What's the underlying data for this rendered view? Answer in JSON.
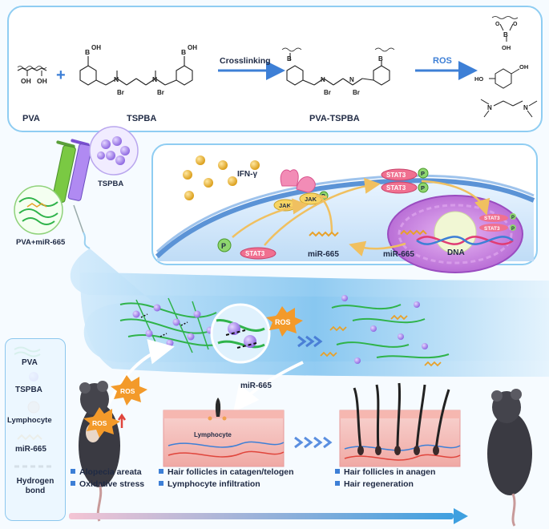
{
  "top_panel": {
    "pva_label": "PVA",
    "oh1": "OH",
    "oh2": "OH",
    "plus": "+",
    "tspba_label": "TSPBA",
    "crosslinking": "Crosslinking",
    "pva_tspba_label": "PVA-TSPBA",
    "ros": "ROS",
    "atoms": {
      "B": "B",
      "OH": "OH",
      "HO": "HO",
      "Br": "Br",
      "N": "N",
      "O": "O"
    }
  },
  "syringe": {
    "tspba": "TSPBA",
    "pva_mir": "PVA+miR-665"
  },
  "cell": {
    "ifn": "IFN-γ",
    "jak1": "JAK",
    "jak2": "JAK",
    "p": "P",
    "stat3_a": "STAT3",
    "stat3_b": "STAT3",
    "stat3_c": "STAT3",
    "stat3_d": "STAT3",
    "stat3_e": "STAT3",
    "mir_a": "miR-665",
    "mir_b": "miR-665",
    "dna": "DNA"
  },
  "stream": {
    "ros1": "ROS",
    "ros2": "ROS",
    "ros3": "ROS",
    "mir": "miR-665",
    "lymphocyte": "Lymphocyte"
  },
  "legend": {
    "pva": "PVA",
    "tspba": "TSPBA",
    "lymphocyte": "Lymphocyte",
    "mir": "miR-665",
    "hbond1": "Hydrogen",
    "hbond2": "bond"
  },
  "bullets": {
    "b1": "Alopecia areata",
    "b2": "Oxidative stress",
    "b3": "Hair follicles in catagen/telogen",
    "b4": "Lymphocyte infiltration",
    "b5": "Hair follicles in anagen",
    "b6": "Hair regeneration"
  },
  "colors": {
    "accent": "#3d7fd6",
    "pva_green": "#2fb34a",
    "tspba_purple": "#9b7ae6",
    "mir_orange": "#e8a12a",
    "ros_orange": "#f39a2a",
    "membrane": "#5b93d6",
    "nucleus": "#c77fdc"
  }
}
